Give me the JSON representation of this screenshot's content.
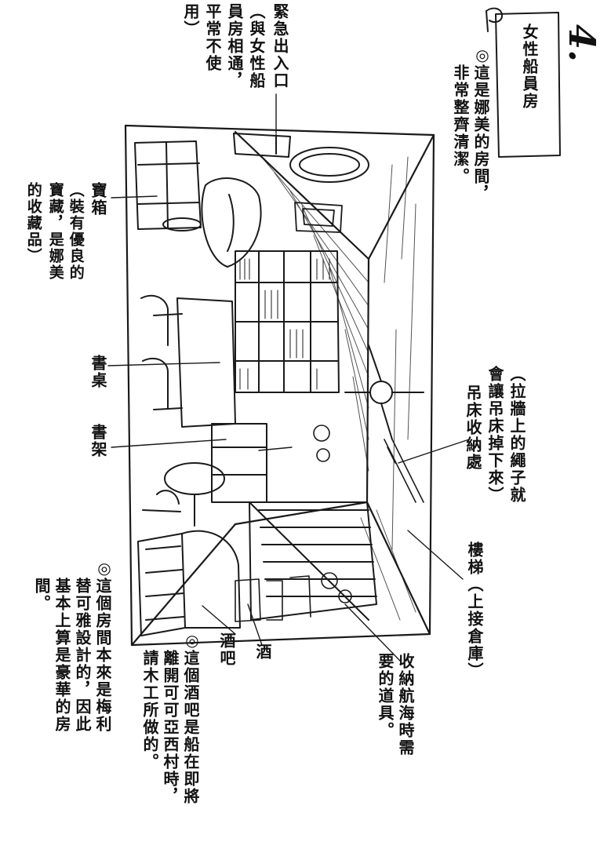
{
  "page_number": "4.",
  "title": "女性船員房",
  "note_mark": "◎",
  "notes": {
    "nami_room": [
      "這是娜美的房間，",
      "非常整齊清潔。"
    ],
    "bar_built": [
      "這個酒吧是船在即將",
      "離開可可亞西村時，",
      "請木工所做的。"
    ],
    "room_designed": [
      "這個房間本來是梅利",
      "替可雅設計的，因此",
      "基本上算是豪華的房",
      "間。"
    ]
  },
  "labels": {
    "emergency_exit": [
      "緊急出入口",
      "（與女性船",
      "員房相通，",
      "平常不使",
      "用）"
    ],
    "treasure_box": [
      "寶箱",
      "（裝有優良的",
      "寶藏，是娜美",
      "的收藏品）"
    ],
    "desk": "書桌",
    "bookshelf": "書架",
    "hammock_storage": [
      "（拉牆上的繩子就",
      "會讓吊床掉下來）",
      "吊床收納處"
    ],
    "stairs": "樓梯（上接倉庫）",
    "nav_tools": [
      "收納航海時需",
      "要的道具。"
    ],
    "liquor": "酒",
    "bar": "酒吧"
  }
}
